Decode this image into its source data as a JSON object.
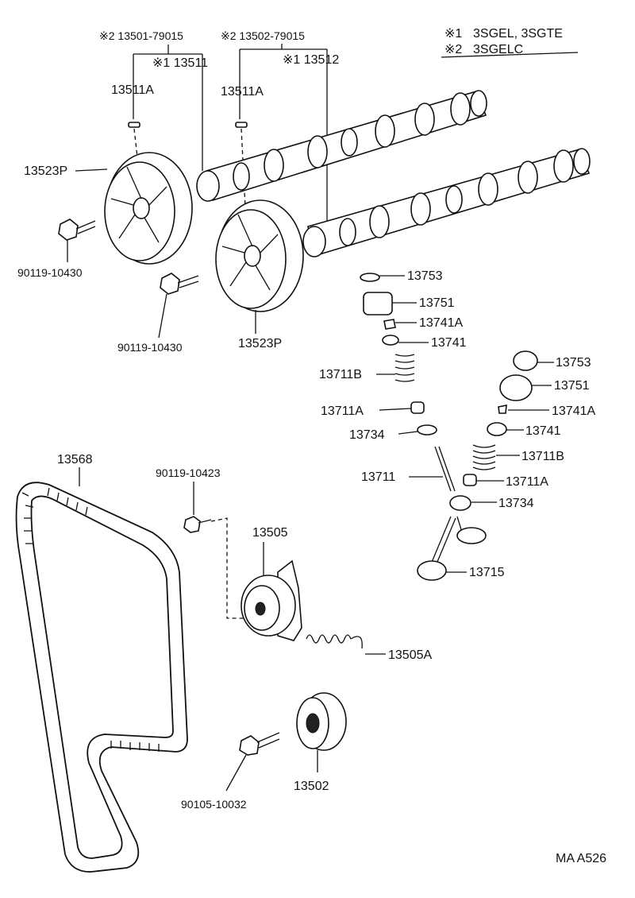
{
  "legend": {
    "item1_mark": "※1",
    "item1_text": "3SGEL, 3SGTE",
    "item2_mark": "※2",
    "item2_text": "3SGELC"
  },
  "labels": {
    "cam1_full": "※2 13501-79015",
    "cam1_short": "※1 13511",
    "cam2_full": "※2 13502-79015",
    "cam2_short": "※1 13512",
    "pin_left": "13511A",
    "pin_right": "13511A",
    "sprocket_left": "13523P",
    "sprocket_right": "13523P",
    "bolt_left": "90119-10430",
    "bolt_center": "90119-10430",
    "shim_top": "13753",
    "lifter_top": "13751",
    "keeper_top": "13741A",
    "retainer_top": "13741",
    "spring_top": "13711B",
    "seal_top": "13711A",
    "seat_top": "13734",
    "valve_intake": "13711",
    "shim_right": "13753",
    "lifter_right": "13751",
    "keeper_right": "13741A",
    "retainer_right": "13741",
    "spring_right": "13711B",
    "seal_right": "13711A",
    "seat_right": "13734",
    "valve_exhaust": "13715",
    "belt": "13568",
    "tensioner_bolt": "90119-10423",
    "tensioner": "13505",
    "tensioner_spring": "13505A",
    "idler": "13502",
    "idler_bolt": "90105-10032",
    "figure_code": "MA A526"
  }
}
